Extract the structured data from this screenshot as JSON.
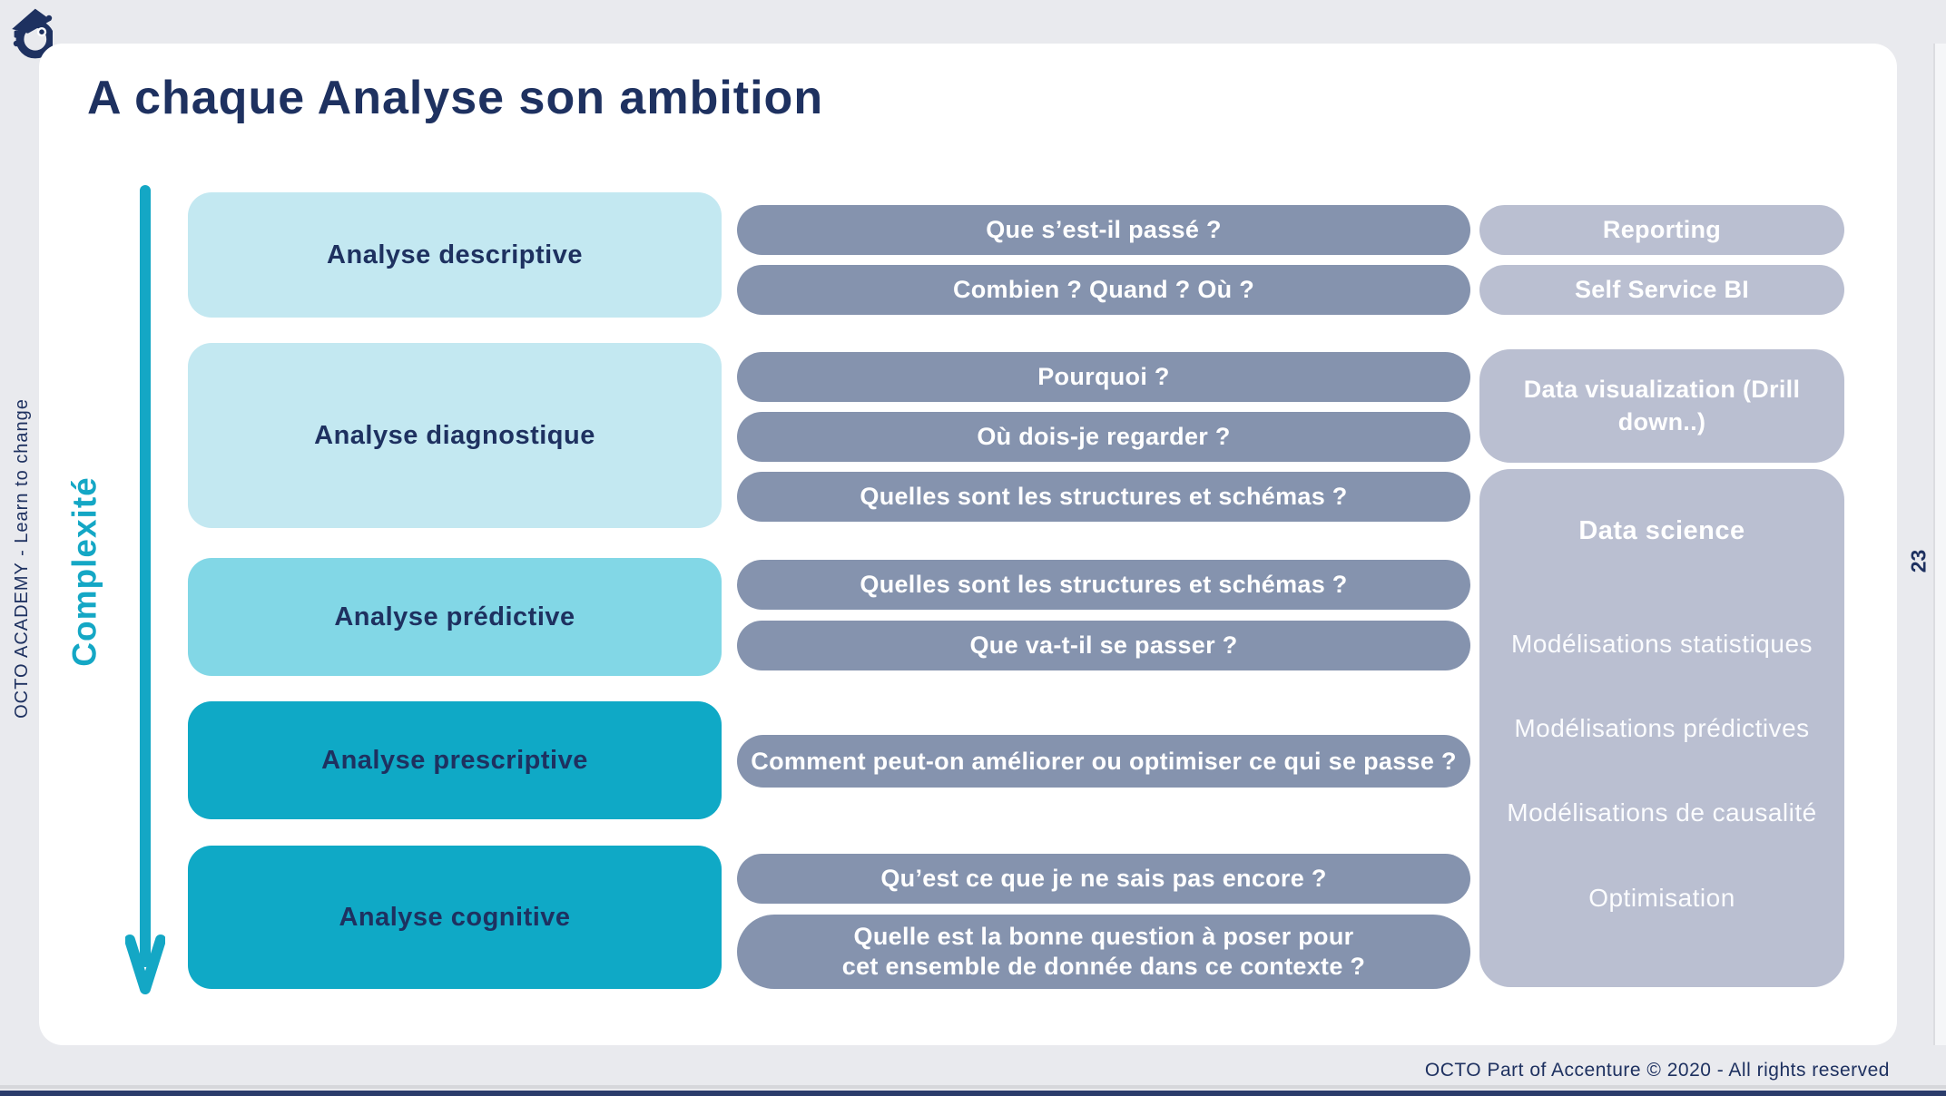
{
  "slide": {
    "title": "A chaque Analyse son ambition",
    "side_text": "OCTO ACADEMY - Learn to change",
    "complexity_label": "Complexité",
    "page_number": "23",
    "footer": "OCTO Part of Accenture © 2020 - All rights reserved",
    "logo_icon": "octo-academy-logo"
  },
  "analysis_boxes": [
    {
      "label": "Analyse descriptive"
    },
    {
      "label": "Analyse diagnostique"
    },
    {
      "label": "Analyse prédictive"
    },
    {
      "label": "Analyse prescriptive"
    },
    {
      "label": "Analyse cognitive"
    }
  ],
  "question_pills": [
    {
      "text": "Que s’est-il passé ?"
    },
    {
      "text": "Combien ? Quand ? Où ?"
    },
    {
      "text": "Pourquoi ?"
    },
    {
      "text": "Où dois-je regarder ?"
    },
    {
      "text": "Quelles sont les structures et schémas ?"
    },
    {
      "text": "Quelles sont les structures et schémas ?"
    },
    {
      "text": "Que va-t-il se passer ?"
    },
    {
      "text": "Comment peut-on améliorer ou optimiser ce qui se passe ?"
    },
    {
      "text": "Qu’est ce que je ne sais pas encore ?"
    },
    {
      "text": "Quelle est la bonne question à poser pour cet ensemble de donnée dans ce contexte ?"
    }
  ],
  "tools": {
    "reporting": "Reporting",
    "self_service_bi": "Self Service BI",
    "data_visualization": "Data visualization (Drill down..)",
    "data_science": {
      "title": "Data science",
      "items": [
        "Modélisations statistiques",
        "Modélisations prédictives",
        "Modélisations de causalité",
        "Optimisation"
      ]
    }
  },
  "colors": {
    "teal_accent": "#14a7c5",
    "light_cyan_box": "#c3e8f1",
    "mid_cyan_box": "#82d7e6",
    "teal_box": "#0fa9c6",
    "question_pill": "#8593ae",
    "tool_pill": "#babfd1",
    "navy_text": "#1e3160",
    "page_bg": "#e9eaee"
  }
}
